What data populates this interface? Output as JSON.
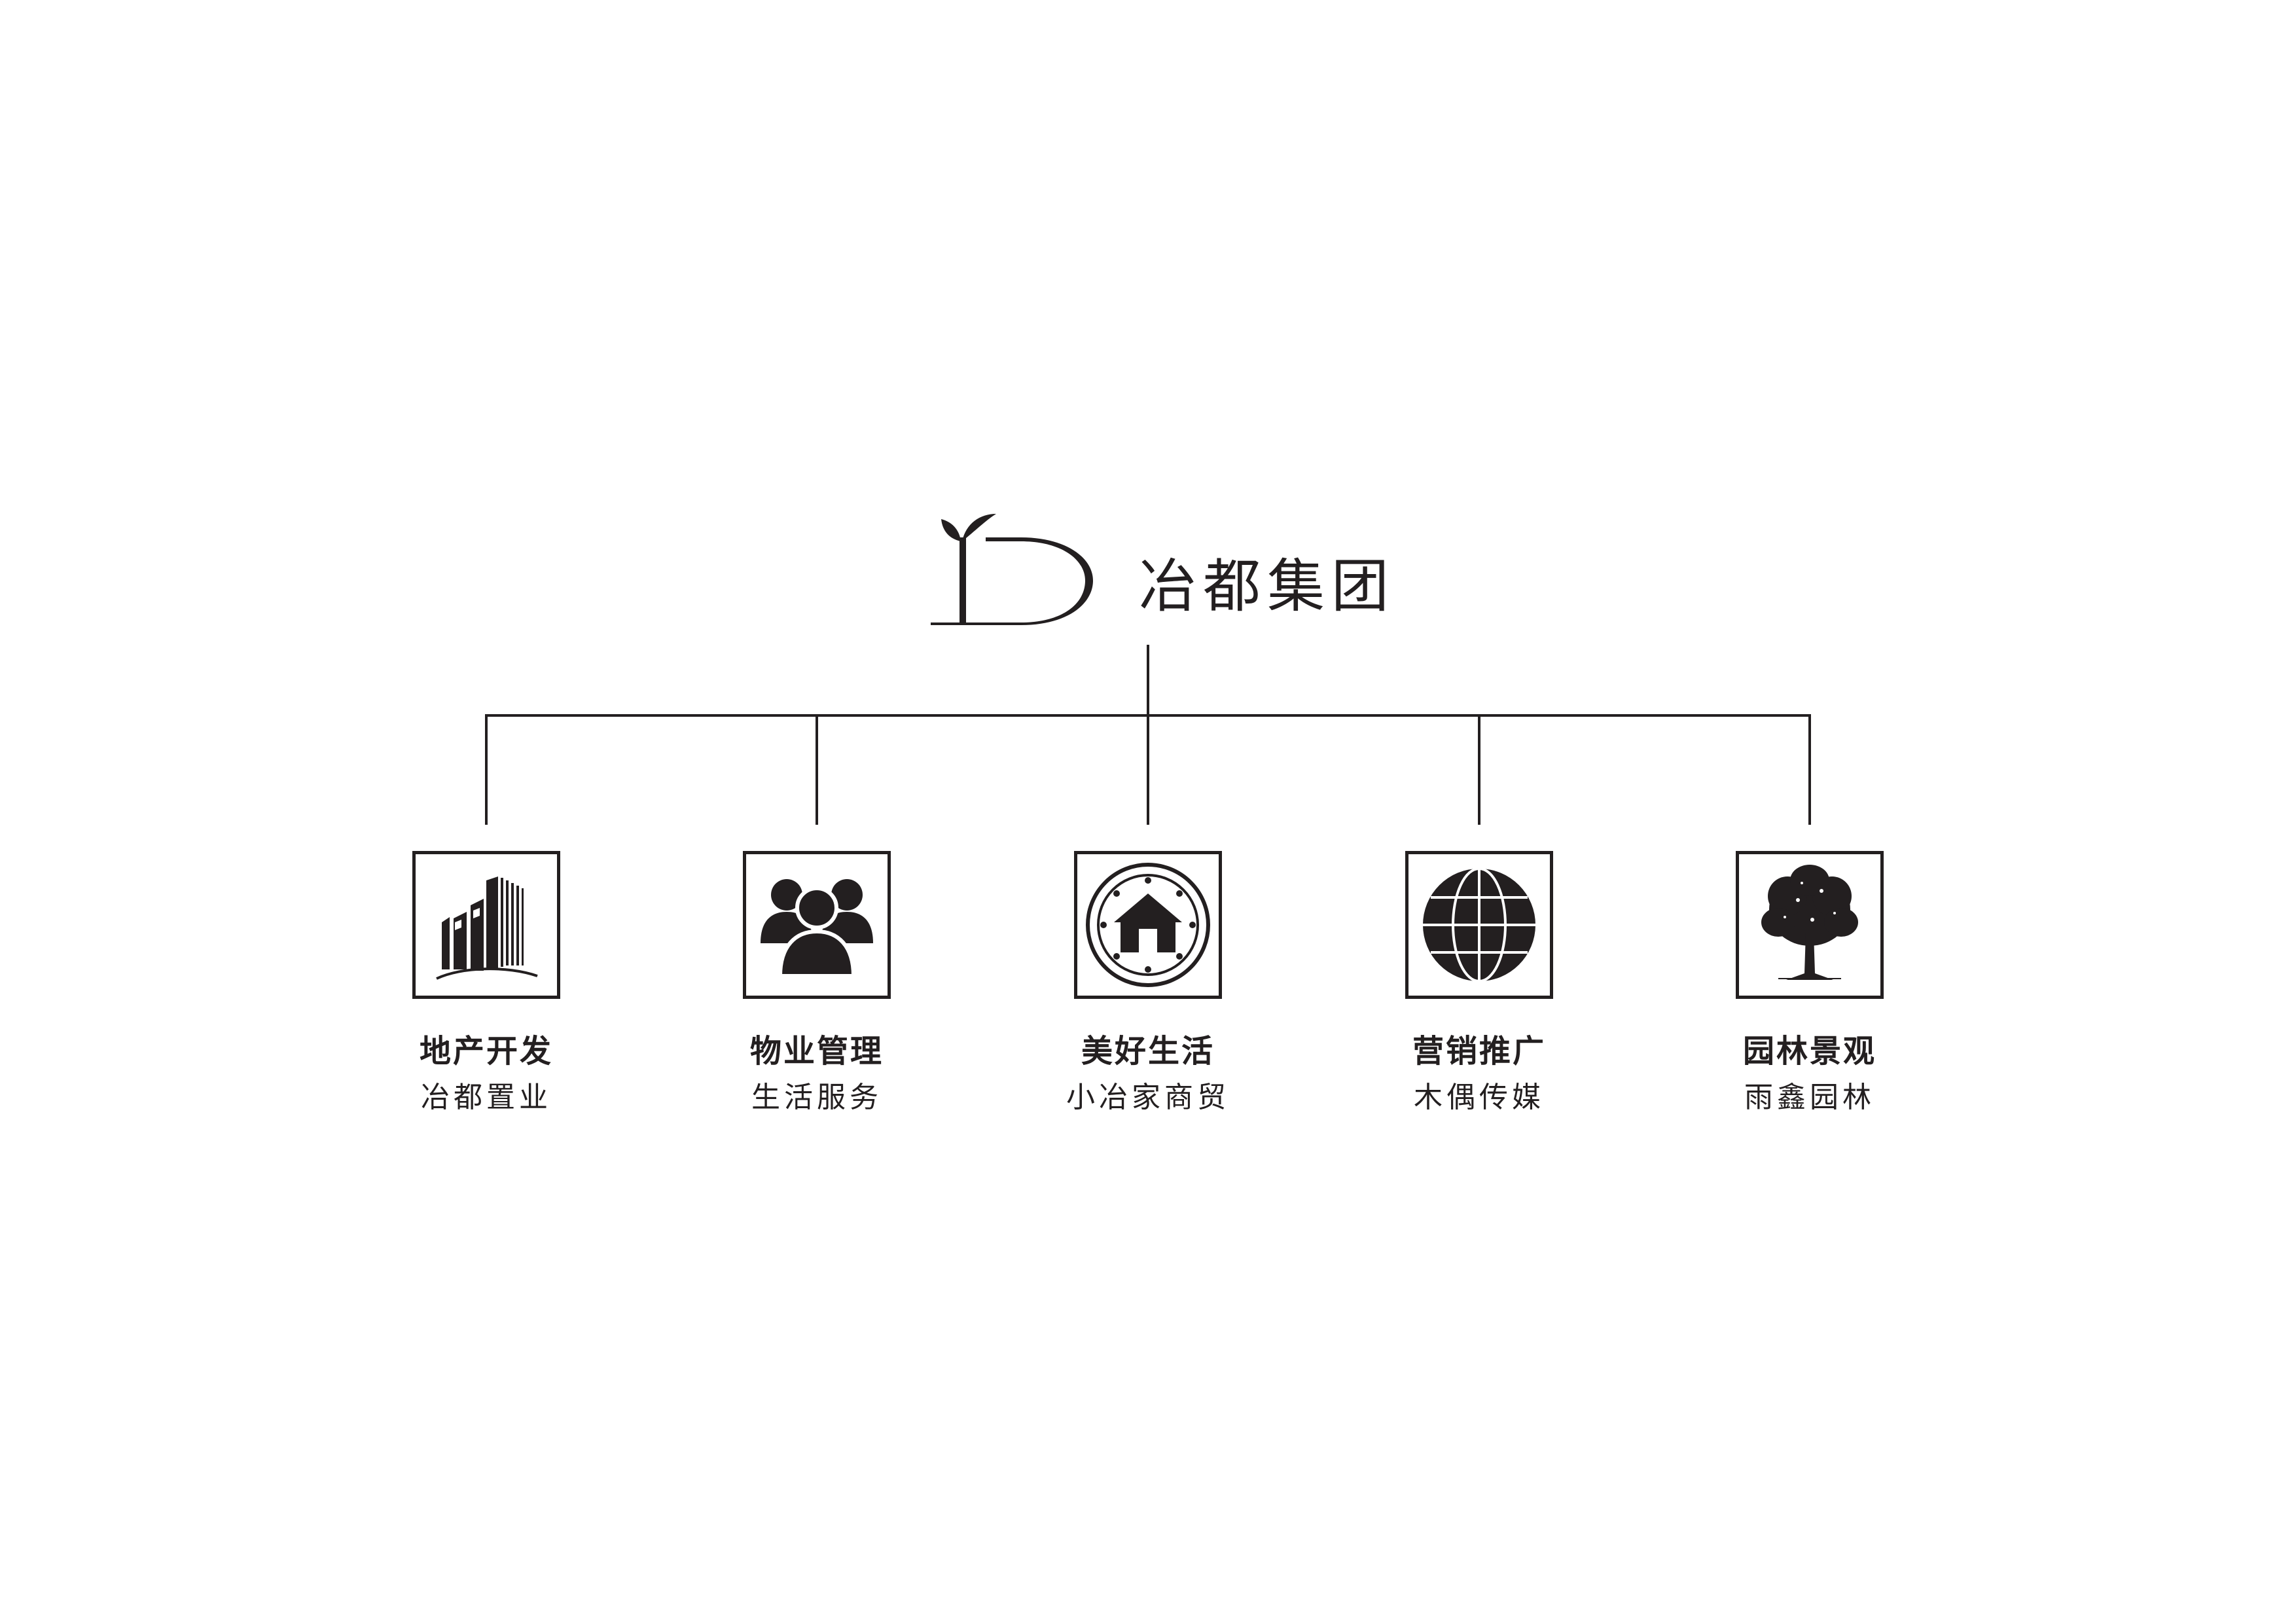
{
  "group": {
    "name": "冶都集团",
    "logo_letters": "YD"
  },
  "units": [
    {
      "category": "地产开发",
      "company": "冶都置业",
      "icon": "buildings-icon"
    },
    {
      "category": "物业管理",
      "company": "生活服务",
      "icon": "people-group-icon"
    },
    {
      "category": "美好生活",
      "company": "小冶家商贸",
      "icon": "house-seal-icon"
    },
    {
      "category": "营销推广",
      "company": "木偶传媒",
      "icon": "globe-icon"
    },
    {
      "category": "园林景观",
      "company": "雨鑫园林",
      "icon": "tree-icon"
    }
  ],
  "colors": {
    "ink": "#231f20",
    "background": "#ffffff"
  }
}
